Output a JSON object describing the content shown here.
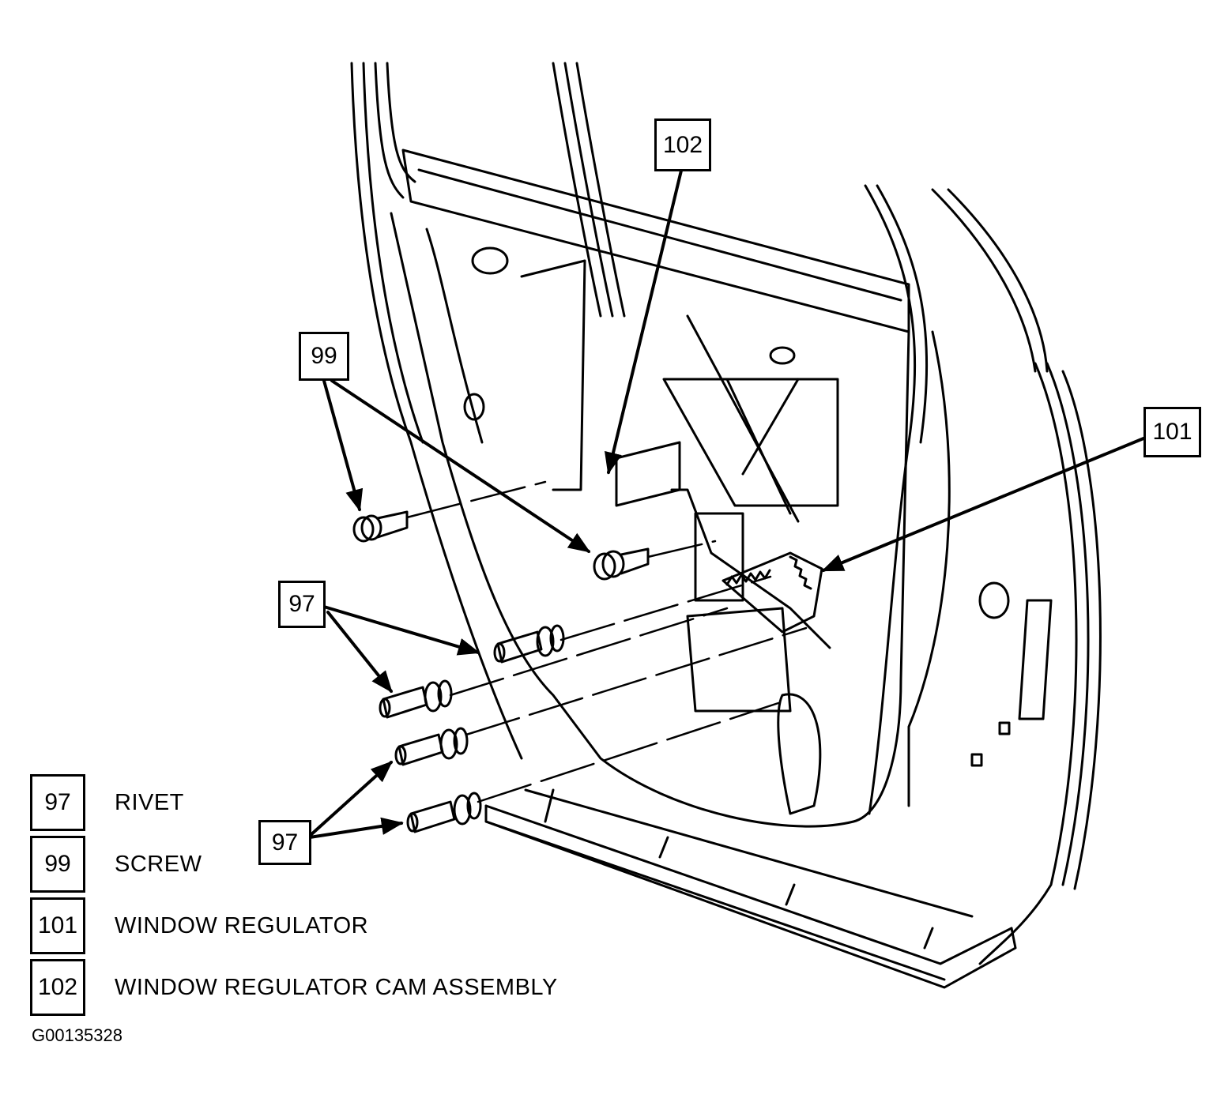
{
  "callouts": {
    "cam_assembly": "102",
    "screw": "99",
    "regulator": "101",
    "rivet_upper": "97",
    "rivet_lower": "97"
  },
  "legend": [
    {
      "number": "97",
      "label": "RIVET"
    },
    {
      "number": "99",
      "label": "SCREW"
    },
    {
      "number": "101",
      "label": "WINDOW REGULATOR"
    },
    {
      "number": "102",
      "label": "WINDOW REGULATOR CAM ASSEMBLY"
    }
  ],
  "figure_id": "G00135328"
}
